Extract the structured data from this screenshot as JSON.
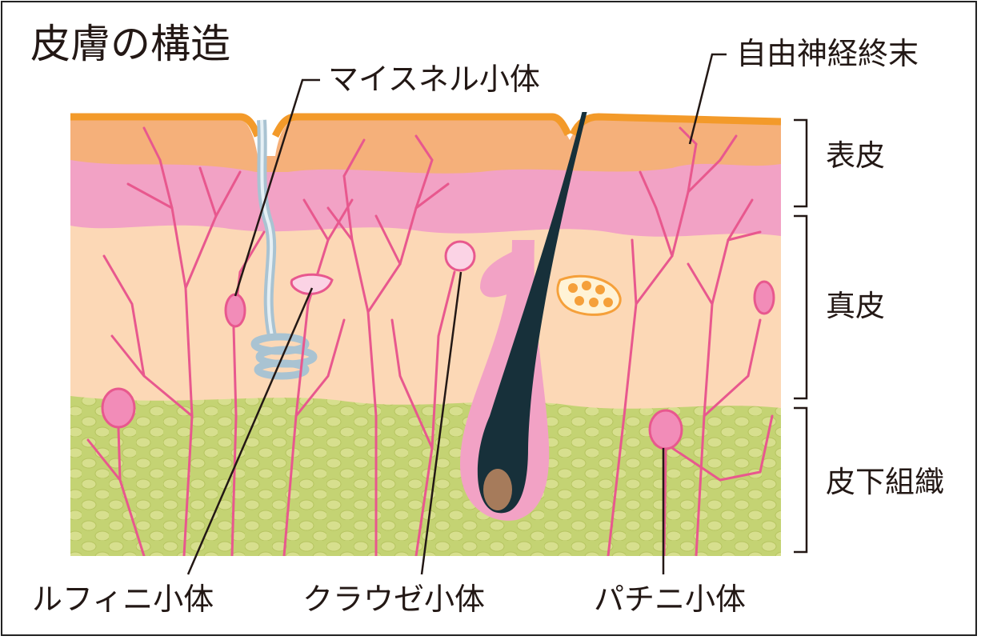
{
  "title": "皮膚の構造",
  "labels": {
    "meissner": "マイスネル小体",
    "free_nerve": "自由神経終末",
    "ruffini": "ルフィニ小体",
    "krause": "クラウゼ小体",
    "pacini": "パチニ小体"
  },
  "layers": {
    "epidermis": "表皮",
    "dermis": "真皮",
    "subcutis": "皮下組織"
  },
  "colors": {
    "surface": "#f39a2a",
    "epidermis_outer": "#f5b07a",
    "epidermis_inner": "#f2a2c5",
    "dermis": "#fcd8b6",
    "subcutis": "#c4d373",
    "fat_cells": "#d7df8e",
    "nerve": "#e8588e",
    "hair": "#17303a",
    "sweat_gland": "#a9c3d2",
    "fat_lobule": "#f5a03a"
  }
}
